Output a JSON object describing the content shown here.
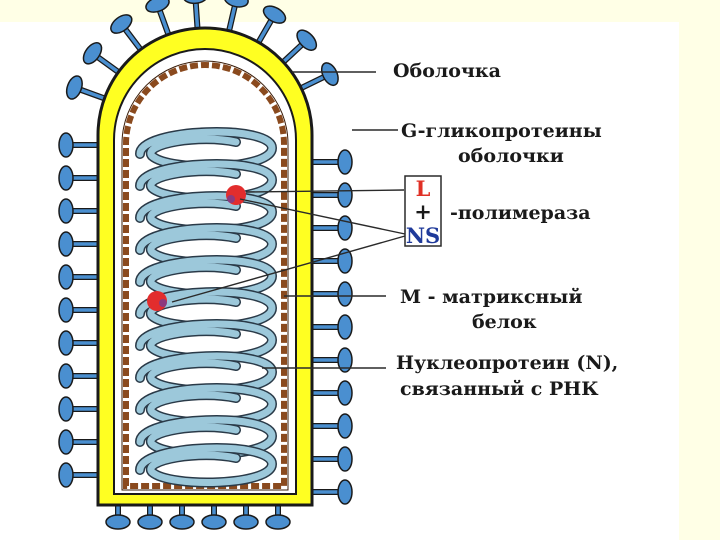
{
  "colors": {
    "slide_background": "#ffffe6",
    "panel": "#ffffff",
    "envelope_yellow": "#ffff22",
    "spike": "#4a8fd0",
    "helix": "#9cc8da",
    "matrix_dots": "#8a4a1e",
    "polymerase_red": "#e22d2d",
    "L_red": "#e03025",
    "NS_blue": "#1f3a9a"
  },
  "labels": {
    "envelope": "Оболочка",
    "glycoproteins_line1": "G-гликопротеины",
    "glycoproteins_line2": "оболочки",
    "polymerase": "-полимераза",
    "matrix_line1": "М - матриксный",
    "matrix_line2": "белок",
    "nucleoprotein_line1": "Нуклеопротеин (N),",
    "nucleoprotein_line2": "связанный с РНК"
  },
  "polymerase_box": {
    "top": "L",
    "plus": "+",
    "bottom": "NS"
  },
  "icons": {
    "spike": "glycoprotein-spike-icon",
    "polymerase": "polymerase-dot-icon"
  }
}
